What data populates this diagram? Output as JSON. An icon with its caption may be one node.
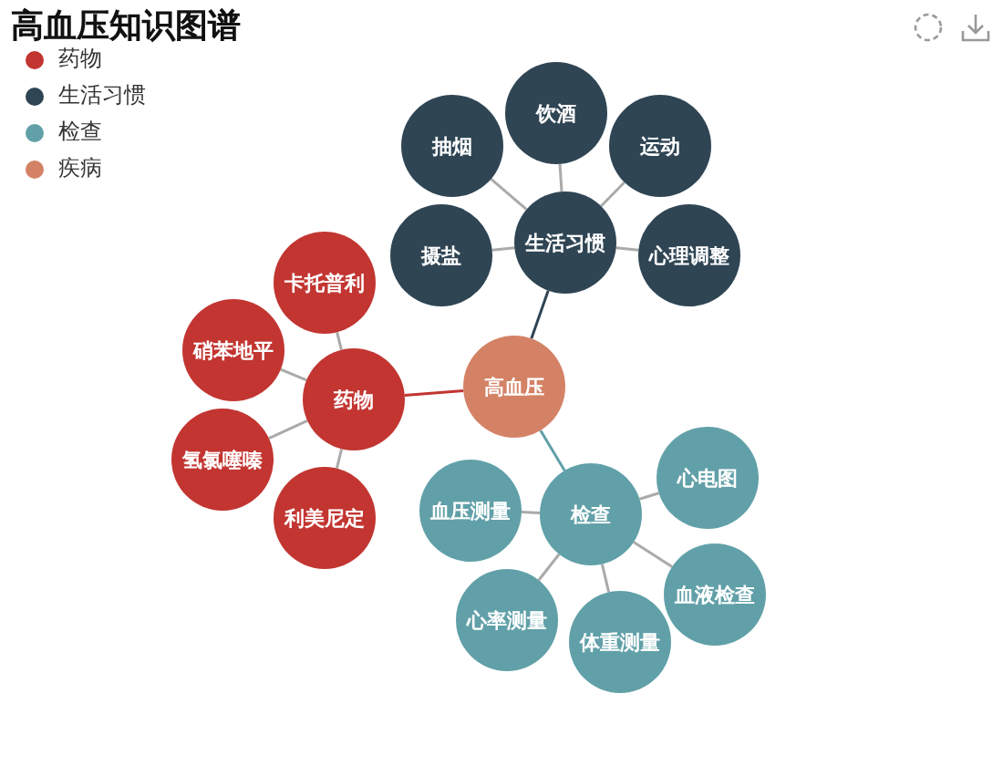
{
  "diagram": {
    "title": "高血压知识图谱",
    "nodes": [
      {
        "text": [
          "高血压"
        ]
      },
      {
        "text": [
          "药物"
        ]
      },
      {
        "text": [
          "卡托普利"
        ]
      },
      {
        "text": [
          "硝苯地平"
        ]
      },
      {
        "text": [
          "氢氯噻嗪"
        ]
      },
      {
        "text": [
          "利美尼定"
        ]
      },
      {
        "text": [
          "生活习惯"
        ]
      },
      {
        "text": [
          "抽烟"
        ]
      },
      {
        "text": [
          "饮酒"
        ]
      },
      {
        "text": [
          "运动"
        ]
      },
      {
        "text": [
          "摄盐"
        ]
      },
      {
        "text": [
          "心理调整"
        ]
      },
      {
        "text": [
          "检查"
        ]
      },
      {
        "text": [
          "心电图"
        ]
      },
      {
        "text": [
          "血液检查"
        ]
      },
      {
        "text": [
          "体重测量"
        ]
      },
      {
        "text": [
          "心率测量"
        ]
      },
      {
        "text": [
          "血压测量"
        ]
      }
    ],
    "edges": [
      {
        "from": 0,
        "to": 1,
        "arrow": "none",
        "color": "#c23531"
      },
      {
        "from": 0,
        "to": 6,
        "arrow": "none",
        "color": "#2f4554"
      },
      {
        "from": 0,
        "to": 12,
        "arrow": "none",
        "color": "#61a0a8"
      },
      {
        "from": 1,
        "to": 2,
        "arrow": "none"
      },
      {
        "from": 1,
        "to": 3,
        "arrow": "none"
      },
      {
        "from": 1,
        "to": 4,
        "arrow": "none"
      },
      {
        "from": 1,
        "to": 5,
        "arrow": "none"
      },
      {
        "from": 6,
        "to": 7,
        "arrow": "none"
      },
      {
        "from": 6,
        "to": 8,
        "arrow": "none"
      },
      {
        "from": 6,
        "to": 9,
        "arrow": "none"
      },
      {
        "from": 6,
        "to": 10,
        "arrow": "none"
      },
      {
        "from": 6,
        "to": 11,
        "arrow": "none"
      },
      {
        "from": 12,
        "to": 13,
        "arrow": "none"
      },
      {
        "from": 12,
        "to": 14,
        "arrow": "none"
      },
      {
        "from": 12,
        "to": 15,
        "arrow": "none"
      },
      {
        "from": 12,
        "to": 16,
        "arrow": "none"
      },
      {
        "from": 12,
        "to": 17,
        "arrow": "none"
      }
    ],
    "legend": [
      {
        "text": "药物",
        "color": "#c23531"
      },
      {
        "text": "生活习惯",
        "color": "#2f4554"
      },
      {
        "text": "检查",
        "color": "#61a0a8"
      },
      {
        "text": "疾病",
        "color": "#d48265"
      }
    ]
  }
}
